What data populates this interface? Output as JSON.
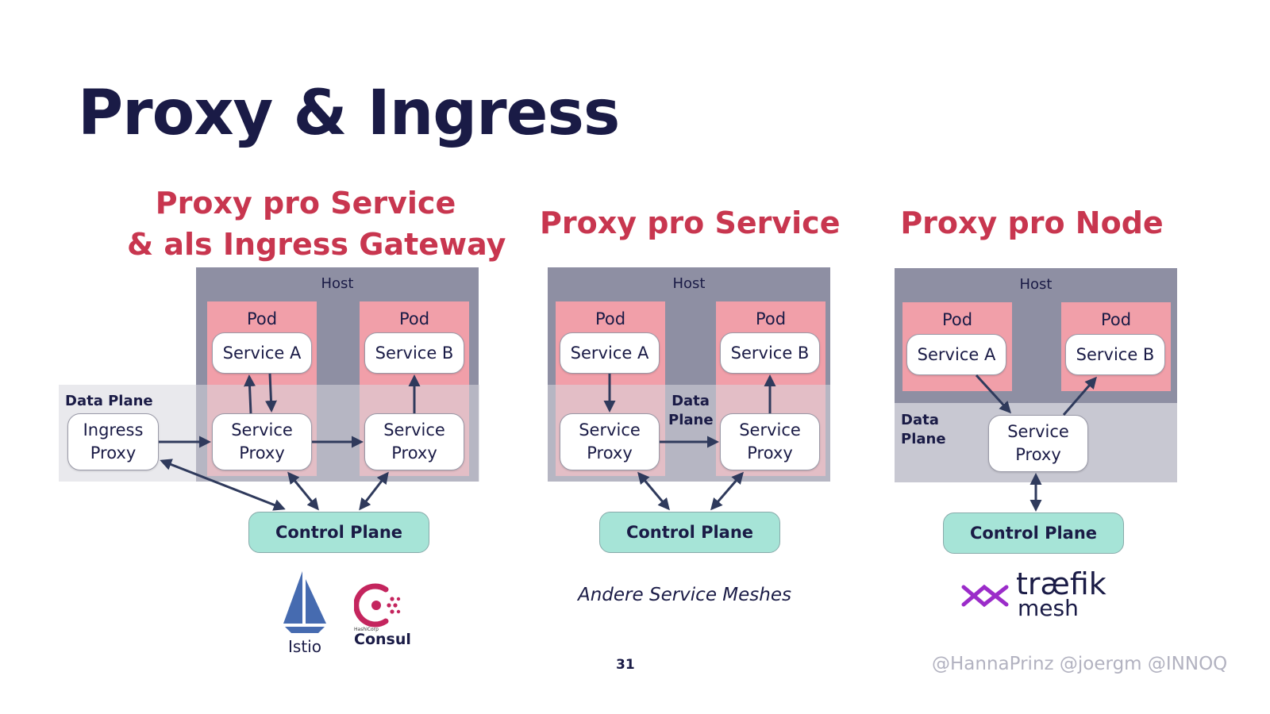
{
  "slide": {
    "title": "Proxy & Ingress",
    "page_number": "31",
    "handles": "@HannaPrinz @joergm @INNOQ"
  },
  "col1": {
    "title_line1": "Proxy pro Service",
    "title_line2": "& als Ingress Gateway",
    "host": "Host",
    "pod_a": "Pod",
    "pod_b": "Pod",
    "service_a": "Service A",
    "service_b": "Service B",
    "data_plane": "Data Plane",
    "ingress_proxy_l1": "Ingress",
    "ingress_proxy_l2": "Proxy",
    "proxy_l1": "Service",
    "proxy_l2": "Proxy",
    "control_plane": "Control Plane",
    "logo_istio": "Istio",
    "logo_consul": "Consul",
    "logo_consul_small": "HashiCorp"
  },
  "col2": {
    "title": "Proxy pro Service",
    "host": "Host",
    "pod_a": "Pod",
    "pod_b": "Pod",
    "service_a": "Service A",
    "service_b": "Service B",
    "data_plane_l1": "Data",
    "data_plane_l2": "Plane",
    "proxy_l1": "Service",
    "proxy_l2": "Proxy",
    "control_plane": "Control Plane",
    "caption": "Andere Service Meshes"
  },
  "col3": {
    "title": "Proxy pro Node",
    "host": "Host",
    "pod_a": "Pod",
    "pod_b": "Pod",
    "service_a": "Service A",
    "service_b": "Service B",
    "data_plane_l1": "Data",
    "data_plane_l2": "Plane",
    "proxy_l1": "Service",
    "proxy_l2": "Proxy",
    "control_plane": "Control Plane",
    "logo_traefik": "træfik",
    "logo_mesh": "mesh"
  },
  "colors": {
    "title": "#1a1b46",
    "accent": "#c8364f",
    "host": "#8e8fa3",
    "pod": "#f19fa9",
    "control_plane": "#a6e4d7",
    "arrow": "#2f3a5c",
    "traefik": "#9b2cc9"
  }
}
